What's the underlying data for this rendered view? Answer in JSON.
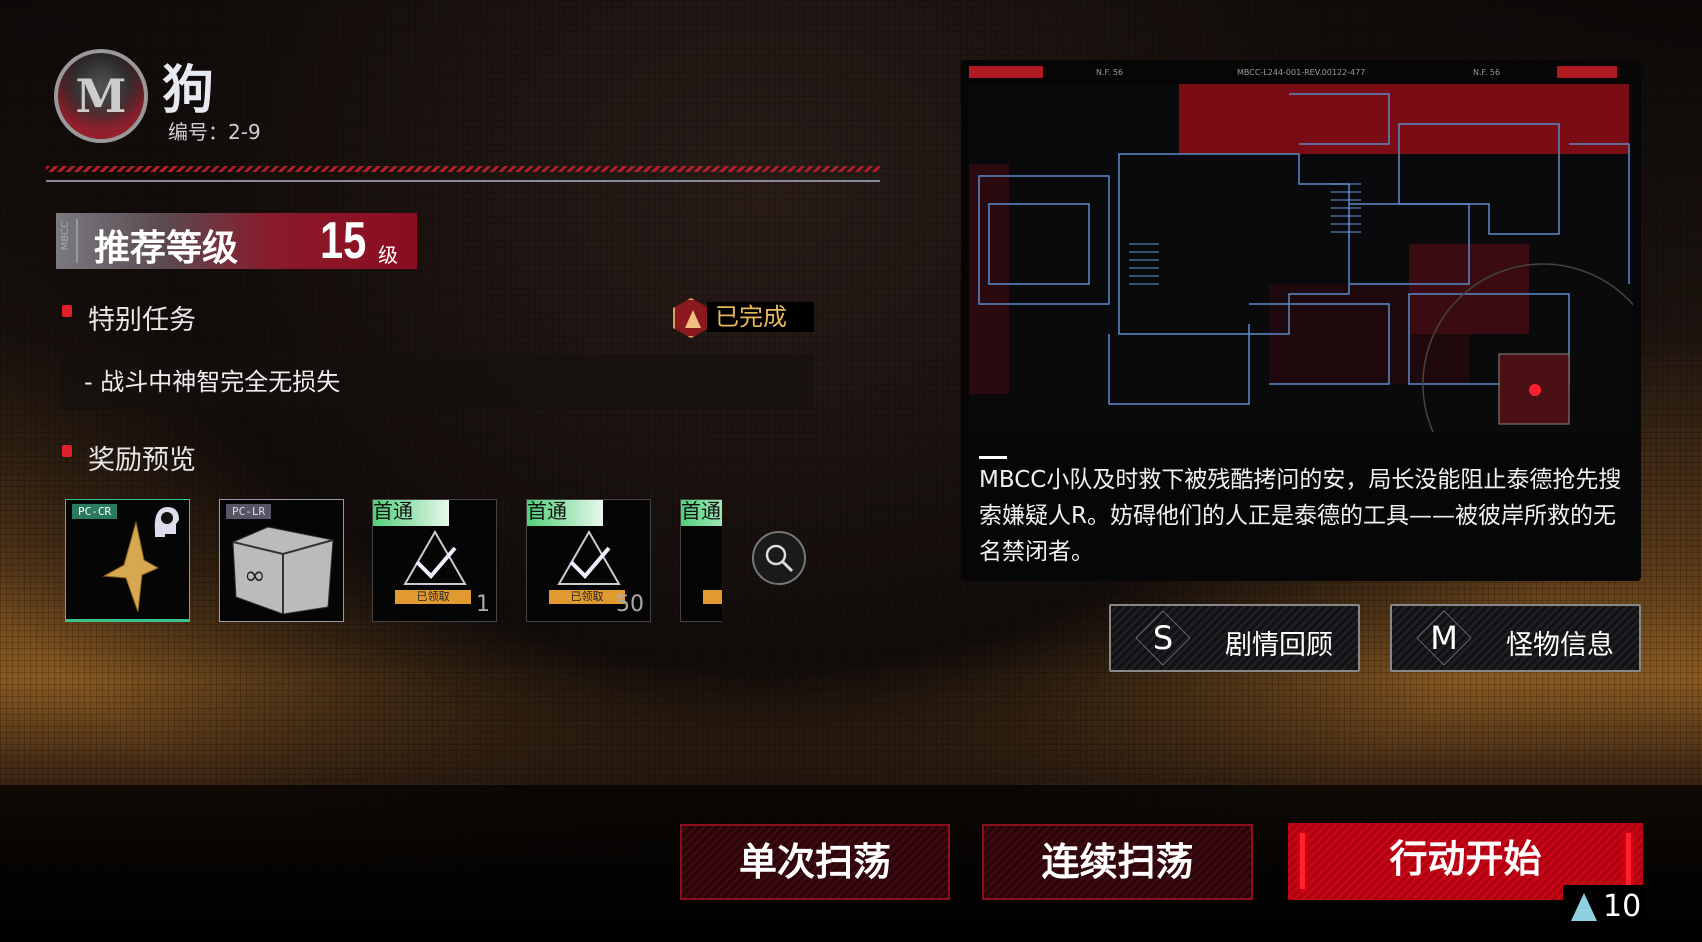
{
  "stage": {
    "name": "狗",
    "code_label": "编号：2-9",
    "emblem_letter": "M"
  },
  "recommend": {
    "side": "MBCC",
    "label": "推荐等级",
    "level": "15",
    "unit": "级"
  },
  "special_task": {
    "heading": "特别任务",
    "status": "已完成",
    "task": "- 战斗中神智完全无损失"
  },
  "rewards": {
    "heading": "奖励预览",
    "items": [
      {
        "tag": "PC-CR",
        "tag_color": "#3cc090"
      },
      {
        "tag": "PC-LR",
        "tag_color": "#8890a0"
      },
      {
        "badge": "首通",
        "claimed": "已领取",
        "count": "1"
      },
      {
        "badge": "首通",
        "claimed": "已领取",
        "count": "50"
      },
      {
        "badge": "首通"
      }
    ]
  },
  "map": {
    "left_code": "N.F. 56",
    "center_code": "MBCC-L244-001-REV.00122-477",
    "right_code": "N.F. 56"
  },
  "description": "MBCC小队及时救下被残酷拷问的安，局长没能阻止泰德抢先搜索嫌疑人R。妨碍他们的人正是泰德的工具——被彼岸所救的无名禁闭者。",
  "side_buttons": [
    {
      "key": "S",
      "label": "剧情回顾"
    },
    {
      "key": "M",
      "label": "怪物信息"
    }
  ],
  "actions": {
    "single_sweep": "单次扫荡",
    "continuous_sweep": "连续扫荡",
    "start": "行动开始",
    "cost": "10"
  },
  "colors": {
    "accent": "#c40818",
    "claimed": "#e09a30",
    "first_clear": "#3ccb6a"
  }
}
